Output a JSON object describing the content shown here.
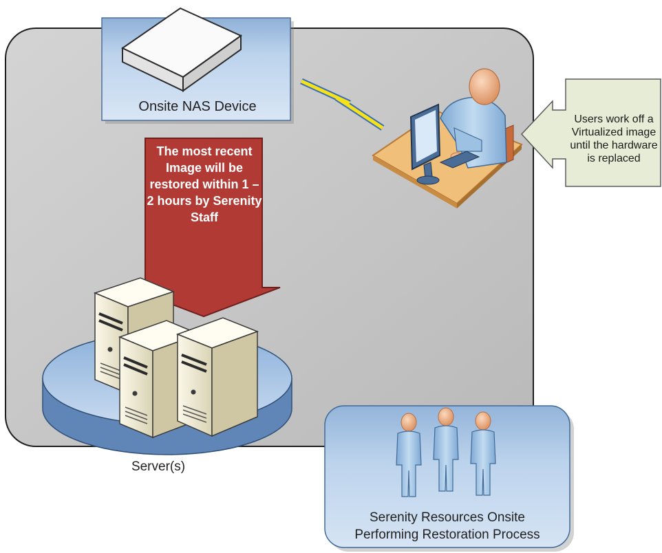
{
  "nas": {
    "label": "Onsite NAS Device"
  },
  "restore_arrow": {
    "text": "The most recent Image will be restored within 1 – 2 hours by Serenity Staff"
  },
  "callout": {
    "text": "Users work off a Virtualized image until the hardware is replaced"
  },
  "servers": {
    "label": "Server(s)"
  },
  "team": {
    "line1": "Serenity Resources Onsite",
    "line2": "Performing Restoration Process"
  },
  "colors": {
    "container_fill": "#c9c9c9",
    "nas_panel": "#b7cfe9",
    "team_panel": "#b9d0ea",
    "arrow_red": "#b23a35",
    "callout_fill": "#e6ecd6",
    "lightning_yellow": "#f5e21a",
    "lightning_blue": "#3b6db4",
    "person_blue": "#9dc1e2",
    "skin": "#f2b98f",
    "server_cream": "#f3efd9",
    "platform_blue": "#a9c4e4"
  }
}
